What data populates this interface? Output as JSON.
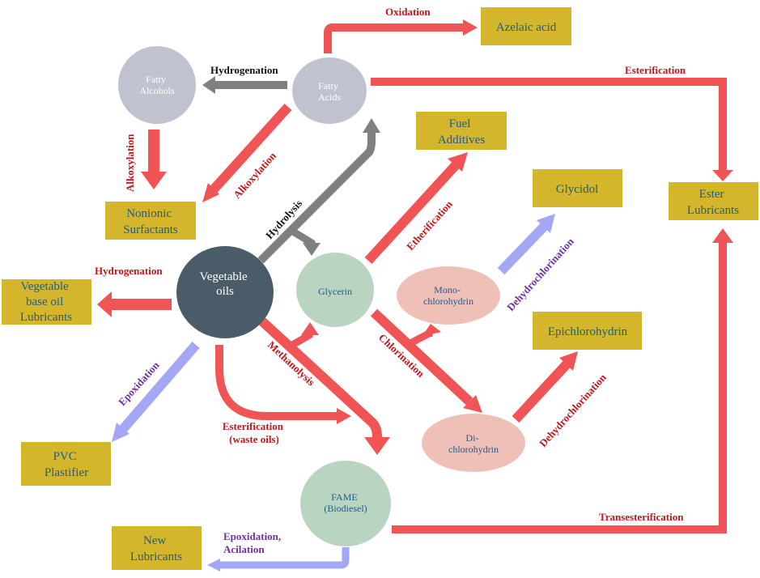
{
  "colors": {
    "box_fill": "#d4b62c",
    "box_text": "#1f5c8a",
    "red_arrow": "#f05454",
    "gray_arrow": "#808080",
    "blue_arrow": "#a3a7f5",
    "red_label": "#c0161c",
    "purple_label": "#7030a0",
    "black_label": "#111111"
  },
  "boxes": {
    "azelaic_acid": [
      "Azelaic acid"
    ],
    "ester_lubricants": [
      "Ester",
      "Lubricants"
    ],
    "fuel_additives": [
      "Fuel",
      "Additives"
    ],
    "glycidol": [
      "Glycidol"
    ],
    "nonionic_surfactants": [
      "Nonionic",
      "Surfactants"
    ],
    "vegetable_base_oil": [
      "Vegetable",
      "base oil",
      "Lubricants"
    ],
    "epichlorohydrin": [
      "Epichlorohydrin"
    ],
    "pvc_plastifier": [
      "PVC",
      "Plastifier"
    ],
    "new_lubricants": [
      "New",
      "Lubricants"
    ]
  },
  "circles": {
    "fatty_alcohols": [
      "Fatty",
      "Alcohols"
    ],
    "fatty_acids": [
      "Fatty",
      "Acids"
    ],
    "vegetable_oils": [
      "Vegetable",
      "oils"
    ],
    "glycerin": [
      "Glycerin"
    ],
    "monochlorohydrin": [
      "Mono-",
      "chlorohydrin"
    ],
    "dichlorohydrin": [
      "Di-",
      "chlorohydrin"
    ],
    "fame": [
      "FAME",
      "(Biodiesel)"
    ]
  },
  "labels": {
    "oxidation": "Oxidation",
    "esterification_top": "Esterification",
    "hydrogenation_top": "Hydrogenation",
    "alkoxylation_left": "Alkoxylation",
    "alkoxylation_diag": "Alkoxylation",
    "hydrolysis": "Hydrolysis",
    "etherification": "Etherification",
    "dehydrochlorination_1": "Dehydrochlorination",
    "hydrogenation_left": "Hydrogenation",
    "chlorination": "Chlorination",
    "methanolysis": "Methanolysis",
    "epoxidation": "Epoxidation",
    "dehydrochlorination_2": "Dehydrochlorination",
    "esterification_waste": [
      "Esterification",
      "(waste oils)"
    ],
    "transesterification": "Transesterification",
    "epoxidation_acilation": [
      "Epoxidation,",
      "Acilation"
    ]
  }
}
